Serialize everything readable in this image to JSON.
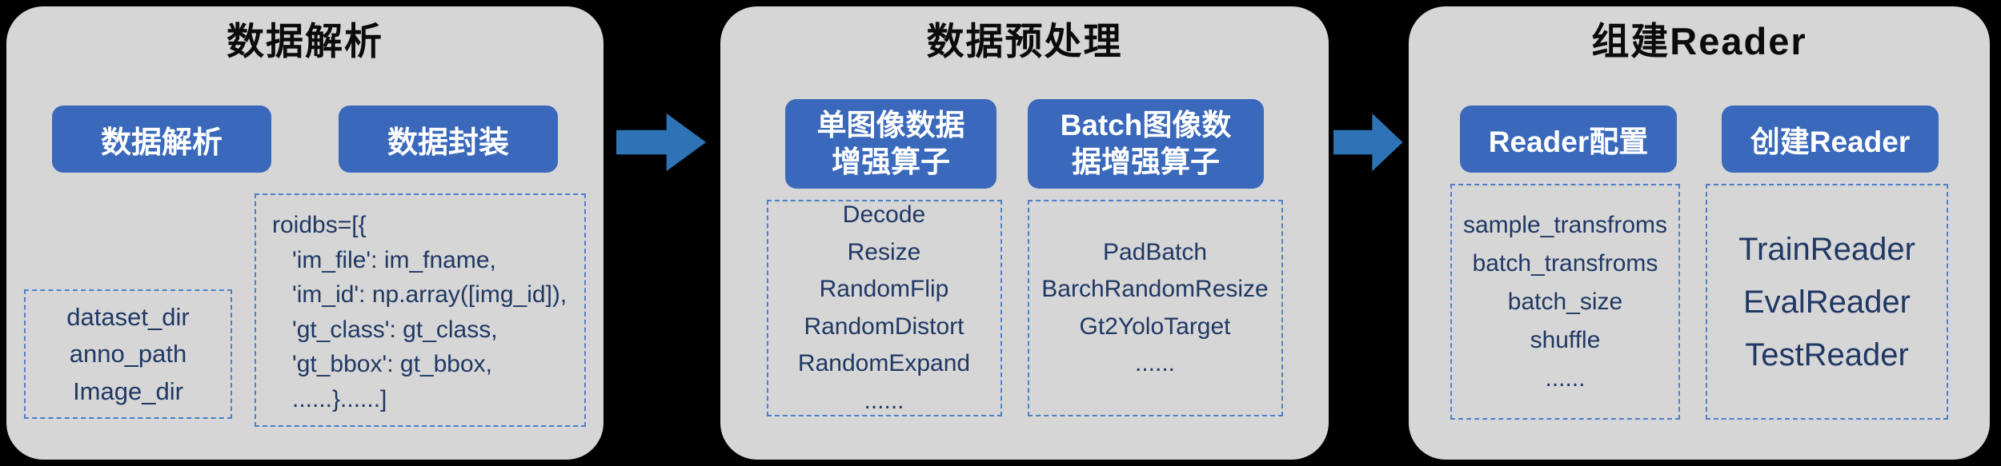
{
  "colors": {
    "bg": "#000000",
    "panel": "#d6d6d6",
    "accent": "#3a69bb",
    "arrow": "#2e73b6",
    "dash": "#4e7fc9",
    "ink": "#1f3864",
    "title": "#0b0b0b"
  },
  "panels": [
    {
      "title": "数据解析",
      "buttons": [
        {
          "label": "数据解析"
        },
        {
          "label": "数据封装"
        }
      ],
      "boxes": [
        {
          "lines": [
            "dataset_dir",
            "anno_path",
            "Image_dir"
          ]
        },
        {
          "lines": [
            "roidbs=[{",
            "   'im_file': im_fname,",
            "   'im_id': np.array([img_id]),",
            "   'gt_class': gt_class,",
            "   'gt_bbox': gt_bbox,",
            "   ......}......]"
          ]
        }
      ]
    },
    {
      "title": "数据预处理",
      "buttons": [
        {
          "label": "单图像数据\n增强算子"
        },
        {
          "label": "Batch图像数\n据增强算子"
        }
      ],
      "boxes": [
        {
          "lines": [
            "Decode",
            "Resize",
            "RandomFlip",
            "RandomDistort",
            "RandomExpand",
            "......"
          ]
        },
        {
          "lines": [
            "PadBatch",
            "BarchRandomResize",
            "Gt2YoloTarget",
            "......"
          ]
        }
      ]
    },
    {
      "title": "组建Reader",
      "buttons": [
        {
          "label": "Reader配置"
        },
        {
          "label": "创建Reader"
        }
      ],
      "boxes": [
        {
          "lines": [
            "sample_transfroms",
            "batch_transfroms",
            "batch_size",
            "shuffle",
            "......"
          ]
        },
        {
          "lines": [
            "TrainReader",
            "EvalReader",
            "TestReader"
          ]
        }
      ]
    }
  ]
}
